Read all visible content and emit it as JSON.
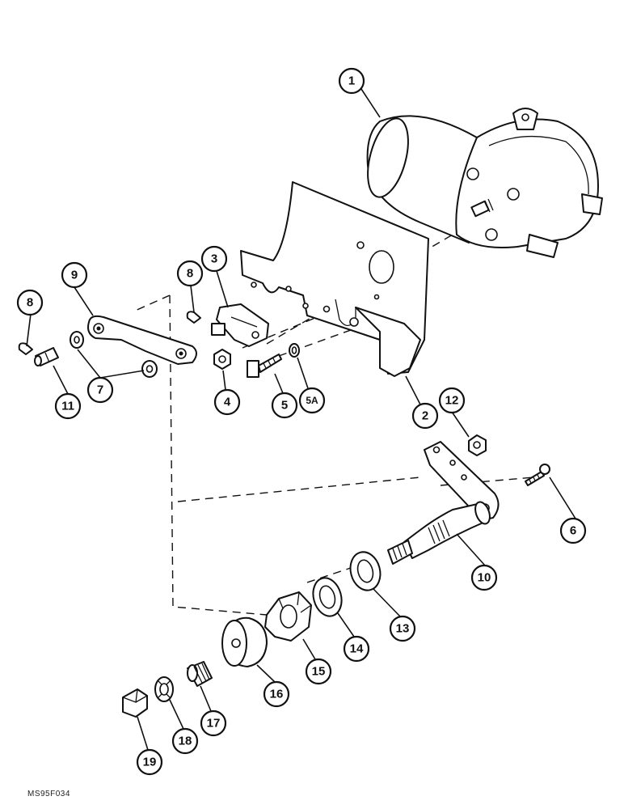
{
  "diagram": {
    "reference_code": "MS95F034",
    "callouts": [
      "1",
      "2",
      "3",
      "4",
      "5",
      "5A",
      "6",
      "7",
      "8",
      "8",
      "9",
      "10",
      "11",
      "12",
      "13",
      "14",
      "15",
      "16",
      "17",
      "18",
      "19"
    ]
  }
}
